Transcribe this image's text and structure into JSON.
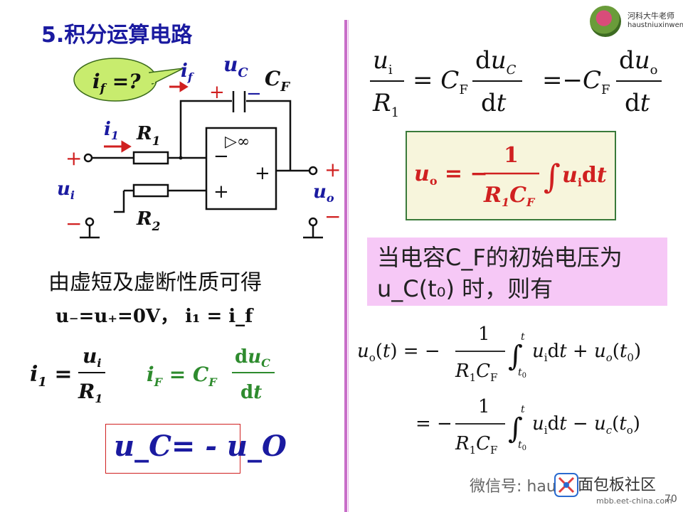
{
  "slide": {
    "title": "5.积分运算电路",
    "logo_text_cn": "河科大牛老师",
    "logo_text_en": "haustniuxinwen",
    "page_number": "70"
  },
  "circuit": {
    "bubble": "i_f =?",
    "labels": {
      "i_f": "i_f",
      "u_C": "u_C",
      "C_F": "C_F",
      "i_1": "i_1",
      "R_1": "R_1",
      "R_2": "R_2",
      "u_i": "u_i",
      "u_o": "u_o",
      "amp": "▷∞"
    },
    "colors": {
      "blue": "#1a1aa0",
      "red": "#d02020",
      "green": "#2e8b2e",
      "bubble": "#c8ec6e"
    }
  },
  "left_text": {
    "virtual_short": "由虚短及虚断性质可得",
    "virtual_eq": "u₋=u₊=0V，  i₁ = i_f",
    "eq_i1": "i₁ = u_i / R₁",
    "eq_iF": "i_F = C_F du_C/dt",
    "boxed": "u_C= - u_O"
  },
  "right_text": {
    "eq_top": "u_i/R₁ = C_F du_C/dt = −C_F du_o/dt",
    "eq_boxed": "u_o = − 1/(R₁C_F) ∫ u_i dt",
    "condition_1": "当电容C_F的初始电压为",
    "condition_2": "u_C(t₀) 时，则有",
    "eq_bottom_1": "u_o(t) = − 1/(R₁C_F) ∫ u_i dt + u_o(t₀)",
    "eq_bottom_2": "= − 1/(R₁C_F) ∫ u_i dt − u_c(t₀)"
  },
  "footer": {
    "wechat": "微信号: hau",
    "site": "面包板社区",
    "url": "mbb.eet-china.com"
  }
}
